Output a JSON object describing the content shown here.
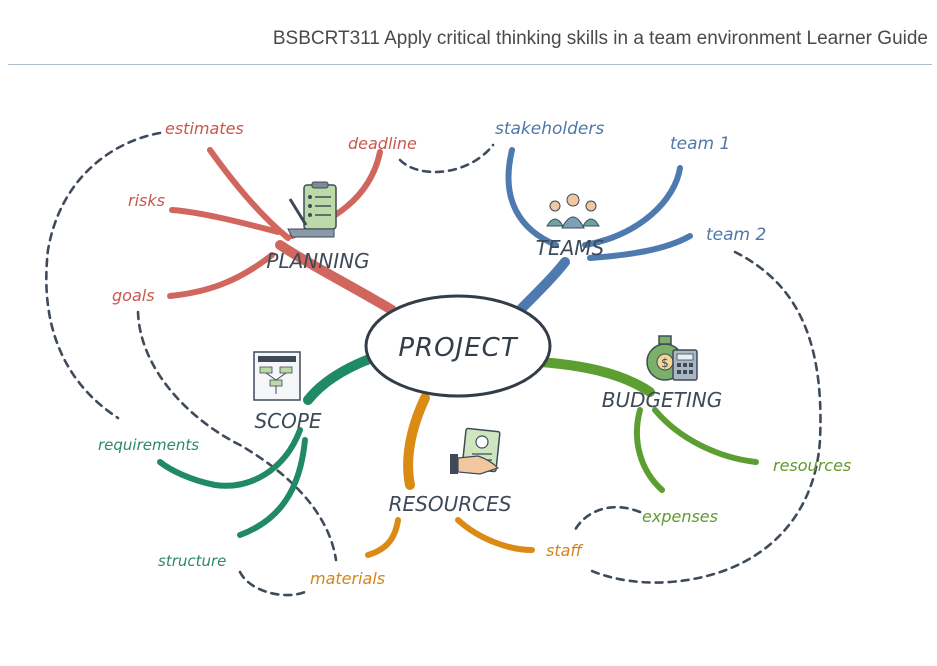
{
  "header": {
    "title": "BSBCRT311 Apply critical thinking skills in a team environment Learner Guide"
  },
  "mindmap": {
    "center": "PROJECT",
    "branches": {
      "planning": {
        "label": "PLANNING",
        "color": "#d0665d",
        "icon": "checklist-clipboard-icon",
        "leaves": [
          "estimates",
          "deadline",
          "risks",
          "goals"
        ]
      },
      "teams": {
        "label": "TEAMS",
        "color": "#4e7ab0",
        "icon": "team-people-icon",
        "leaves": [
          "stakeholders",
          "team 1",
          "team 2"
        ]
      },
      "budgeting": {
        "label": "BUDGETING",
        "color": "#5c9e31",
        "icon": "money-bag-calculator-icon",
        "leaves": [
          "resources",
          "expenses"
        ]
      },
      "scope": {
        "label": "SCOPE",
        "color": "#1f8a63",
        "icon": "flowchart-icon",
        "leaves": [
          "requirements",
          "structure"
        ]
      },
      "resources": {
        "label": "RESOURCES",
        "color": "#db8b14",
        "icon": "resume-hand-icon",
        "leaves": [
          "materials",
          "staff"
        ]
      }
    }
  }
}
